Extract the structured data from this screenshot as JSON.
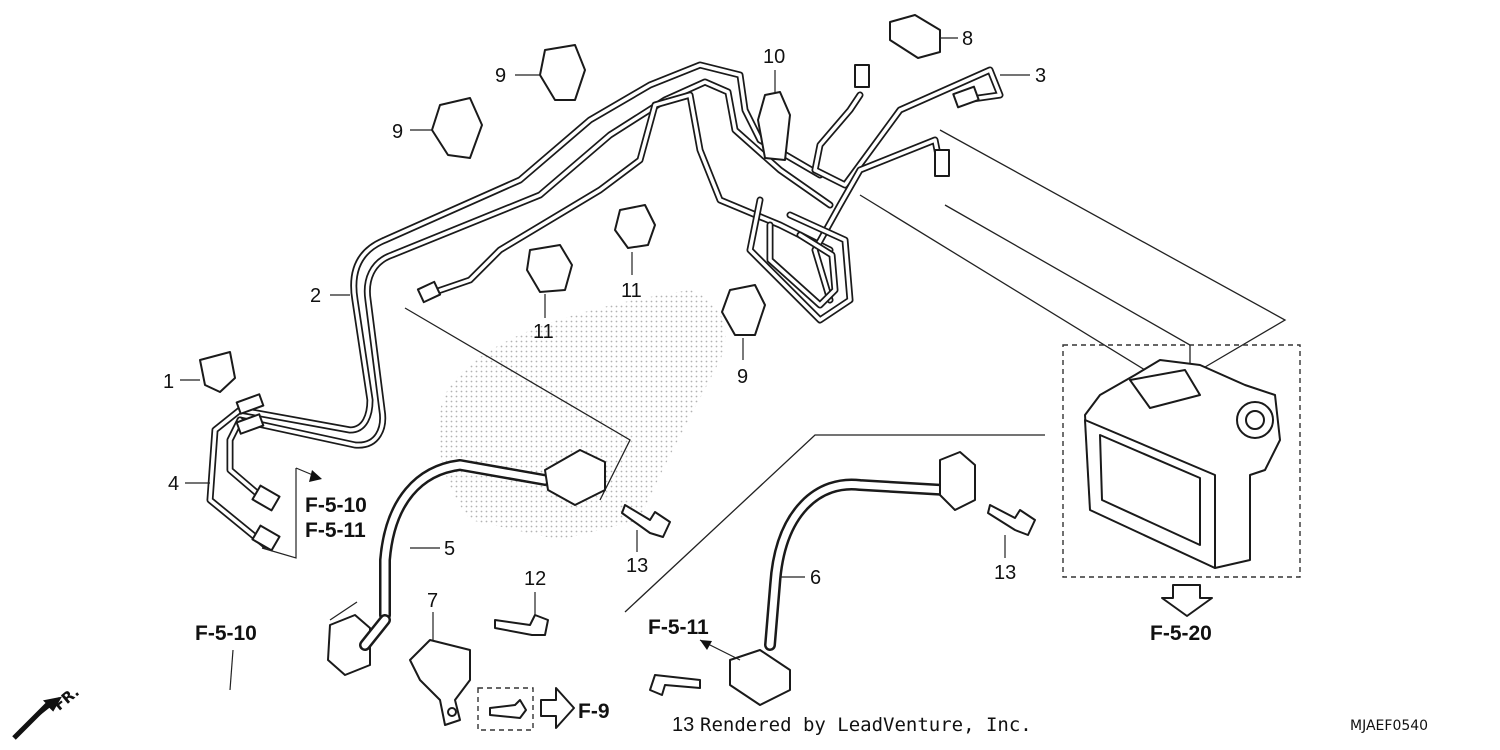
{
  "diagram": {
    "part_labels": [
      "1",
      "2",
      "3",
      "4",
      "5",
      "6",
      "7",
      "8",
      "9",
      "9",
      "9",
      "10",
      "11",
      "11",
      "12",
      "13",
      "13",
      "13"
    ],
    "ref_labels": [
      "F-5-10",
      "F-5-11",
      "F-5-10",
      "F-5-11",
      "F-5-20",
      "F-9"
    ],
    "front_label": "FR.",
    "credit": "Rendered by LeadVenture, Inc.",
    "drawing_code": "MJAEF0540"
  }
}
